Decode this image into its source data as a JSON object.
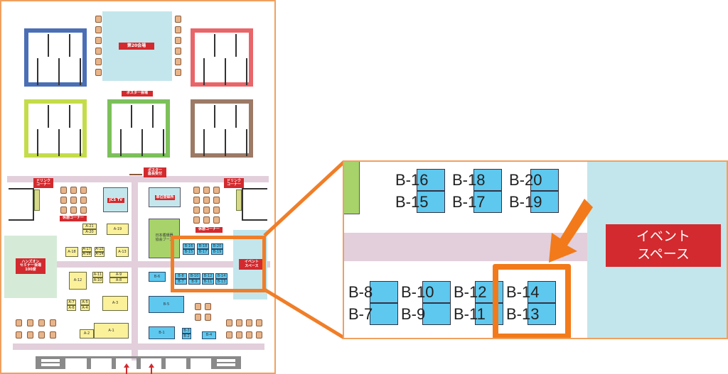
{
  "overview": {
    "halls": [
      {
        "id": "hall-blue",
        "color": "#4a6fb5"
      },
      {
        "id": "hall-red",
        "color": "#e8666a"
      },
      {
        "id": "hall-lime",
        "color": "#c5dc4a"
      },
      {
        "id": "hall-green",
        "color": "#7cc05a"
      },
      {
        "id": "hall-brown",
        "color": "#9c7a66"
      }
    ],
    "labels": {
      "venue20": "第20会場",
      "poster_venue": "ポスター会場",
      "poster_reception": "ポスター\n座長受付",
      "drink_corner": "ドリンク\nコーナー",
      "rest_corner": "休憩コーナー",
      "jcs_tv": "JCS TV",
      "unit_registration": "単位登録所",
      "hands_on": "ハンズオン\nセミナー会場\n100席",
      "event_space": "イベント\nスペース",
      "jp_assoc": "日本循環器\n協会ブース"
    },
    "booths_a": [
      "A-21",
      "A-20",
      "A-19",
      "A-18",
      "A-17",
      "A-16",
      "A-15",
      "A-14",
      "A-13",
      "A-12",
      "A-11",
      "A-10",
      "A-9",
      "A-8",
      "A-7",
      "A-6",
      "A-5",
      "A-4",
      "A-3",
      "A-2",
      "A-1"
    ],
    "booths_b": [
      "B-20",
      "B-19",
      "B-18",
      "B-17",
      "B-16",
      "B-15",
      "B-14",
      "B-13",
      "B-12",
      "B-11",
      "B-10",
      "B-9",
      "B-8",
      "B-7",
      "B-6",
      "B-5",
      "B-4",
      "B-3",
      "B-2",
      "B-1"
    ]
  },
  "zoom_panel": {
    "top_row": [
      {
        "upper": "B-16",
        "lower": "B-15"
      },
      {
        "upper": "B-18",
        "lower": "B-17"
      },
      {
        "upper": "B-20",
        "lower": "B-19"
      }
    ],
    "bottom_row": [
      {
        "upper": "B-8",
        "lower": "B-7"
      },
      {
        "upper": "B-10",
        "lower": "B-9"
      },
      {
        "upper": "B-12",
        "lower": "B-11"
      },
      {
        "upper": "B-14",
        "lower": "B-13"
      }
    ],
    "event_space": "イベント\nスペース",
    "highlighted_booth": "B-14",
    "highlight_color": "#f27a1a"
  }
}
